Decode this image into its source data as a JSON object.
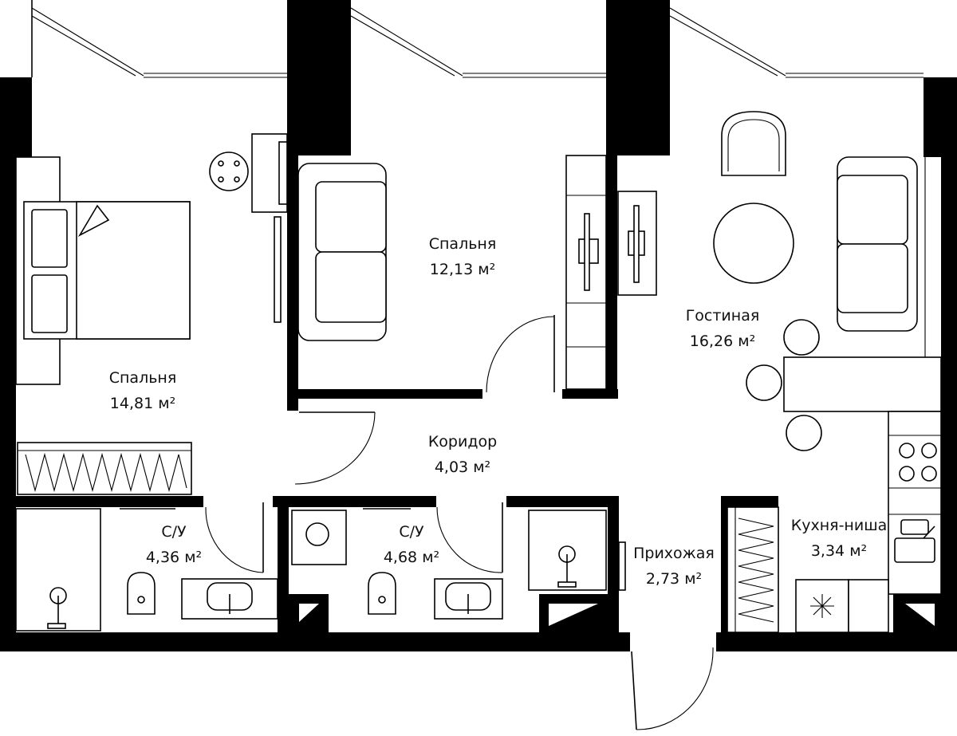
{
  "rooms": [
    {
      "name": "Спальня",
      "area": "14,81 м²"
    },
    {
      "name": "Спальня",
      "area": "12,13 м²"
    },
    {
      "name": "Гостиная",
      "area": "16,26 м²"
    },
    {
      "name": "Коридор",
      "area": "4,03 м²"
    },
    {
      "name": "С/У",
      "area": "4,36 м²"
    },
    {
      "name": "С/У",
      "area": "4,68 м²"
    },
    {
      "name": "Прихожая",
      "area": "2,73 м²"
    },
    {
      "name": "Кухня-ниша",
      "area": "3,34 м²"
    }
  ],
  "colors": {
    "wall": "#000000",
    "background": "#ffffff"
  }
}
